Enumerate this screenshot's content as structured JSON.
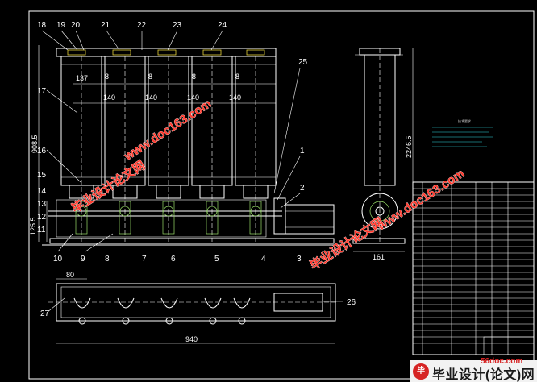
{
  "part_labels_top": [
    "18",
    "19",
    "20",
    "21",
    "22",
    "23",
    "24",
    "25"
  ],
  "part_labels_left": [
    "17",
    "16",
    "15",
    "14",
    "13",
    "12",
    "11"
  ],
  "part_labels_bottom": [
    "10",
    "9",
    "8",
    "7",
    "6",
    "5",
    "4",
    "3"
  ],
  "part_labels_right": [
    "1",
    "2"
  ],
  "part_labels_plan": [
    "27",
    "26"
  ],
  "dimensions": {
    "pitch_a": "137",
    "gap": "8",
    "spacing": "140",
    "total_height": "908.5",
    "base_height": "125.5",
    "side_height": "2246.5",
    "side_width": "161",
    "plan_width": "940",
    "plan_left": "80"
  },
  "tech_requirements_title": "技术要求",
  "watermarks": {
    "url": "www.doc163.com",
    "cn": "毕业设计论文网"
  },
  "footer": {
    "logo": "毕",
    "brand": "毕业设计(论文)网",
    "url": "56doc.com"
  },
  "colors": {
    "background": "#000000",
    "line": "#ffffff",
    "hatch": "#9adf6a",
    "accent_yellow": "#e6d23a",
    "watermark": "#ff3b2f"
  }
}
